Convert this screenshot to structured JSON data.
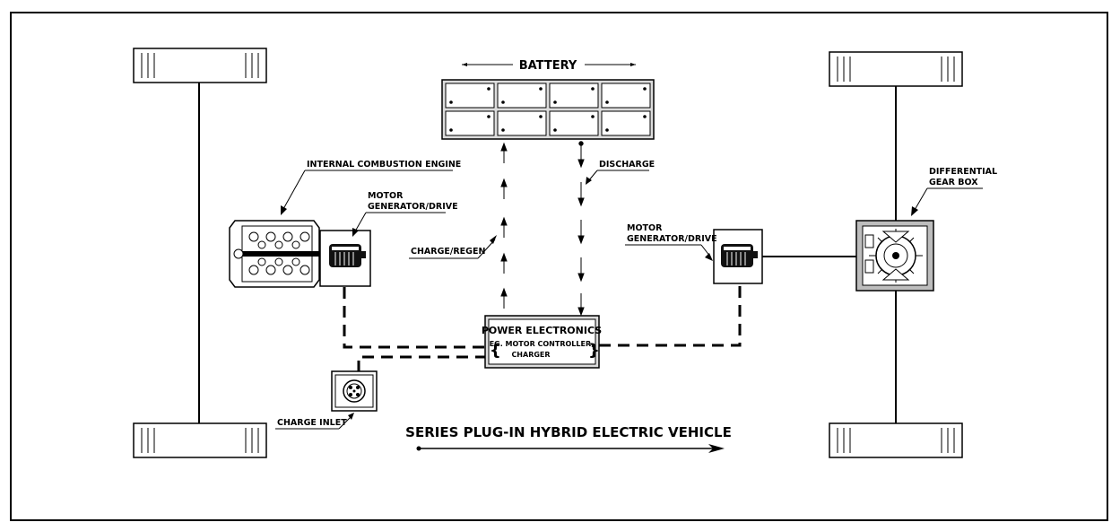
{
  "labels": {
    "battery": "BATTERY",
    "ice": "INTERNAL COMBUSTION ENGINE",
    "motor_left_line1": "MOTOR",
    "motor_left_line2": "GENERATOR/DRIVE",
    "charge_regen": "CHARGE/REGEN",
    "discharge": "DISCHARGE",
    "motor_right_line1": "MOTOR",
    "motor_right_line2": "GENERATOR/DRIVE",
    "differential_line1": "DIFFERENTIAL",
    "differential_line2": "GEAR BOX",
    "power_electronics_line1": "POWER ELECTRONICS",
    "power_electronics_line2": "EG. MOTOR CONTROLLER,",
    "power_electronics_line3": "CHARGER",
    "charge_inlet": "CHARGE INLET",
    "title": "SERIES PLUG-IN HYBRID ELECTRIC VEHICLE"
  }
}
